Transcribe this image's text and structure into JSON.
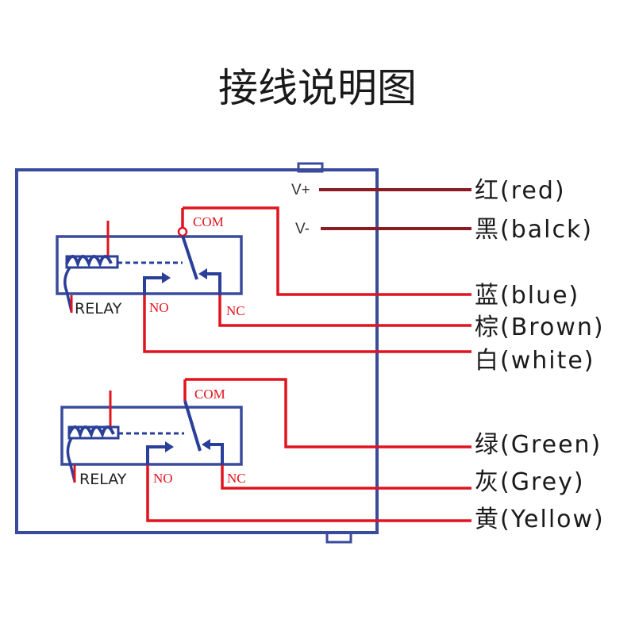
{
  "title": "接线说明图",
  "colors": {
    "enclosure": "#3a4b9c",
    "wire": "#e0141e",
    "lead": "#8b1c24",
    "relay_blue": "#2a3f98"
  },
  "supply": {
    "vplus": "V+",
    "vminus": "V-"
  },
  "relay_1": {
    "relay": "RELAY",
    "com": "COM",
    "no": "NO",
    "nc": "NC"
  },
  "relay_2": {
    "relay": "RELAY",
    "com": "COM",
    "no": "NO",
    "nc": "NC"
  },
  "wires": {
    "red": "红(red)",
    "black": "黑(balck)",
    "blue": "蓝(blue)",
    "brown": "棕(Brown)",
    "white": "白(white)",
    "green": "绿(Green)",
    "grey": "灰(Grey)",
    "yellow": "黄(Yellow)"
  }
}
